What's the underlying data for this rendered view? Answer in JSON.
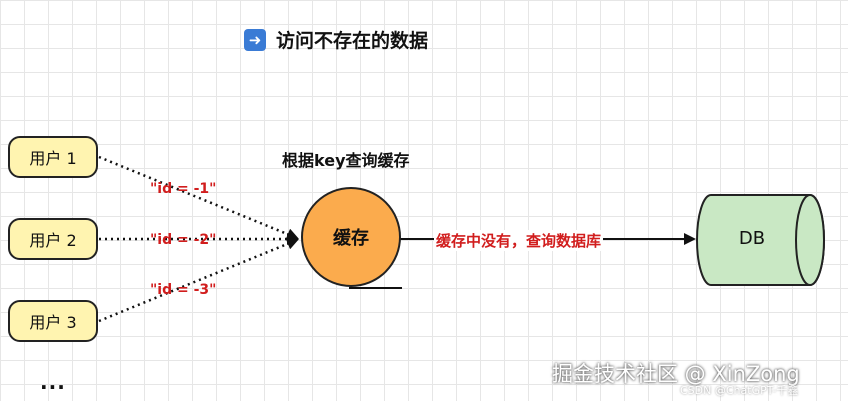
{
  "title": {
    "icon": "right-arrow-icon",
    "text": "访问不存在的数据"
  },
  "users": [
    {
      "label": "用户 1"
    },
    {
      "label": "用户 2"
    },
    {
      "label": "用户 3"
    }
  ],
  "requests": [
    "\"id = -1\"",
    "\"id = -2\"",
    "\"id = -3\""
  ],
  "cache_caption": "根据key查询缓存",
  "cache_node": "缓存",
  "miss_text": "缓存中没有，查询数据库",
  "db_node": "DB",
  "more_indicator": "...",
  "watermark": {
    "main": "掘金技术社区 @ XinZong",
    "sub": "CSDN @ChatGPT-千鑫"
  },
  "colors": {
    "user_fill": "#fff4b0",
    "cache_fill": "#fbab4d",
    "db_fill": "#c9e8c4",
    "request_text": "#d11d1d"
  }
}
